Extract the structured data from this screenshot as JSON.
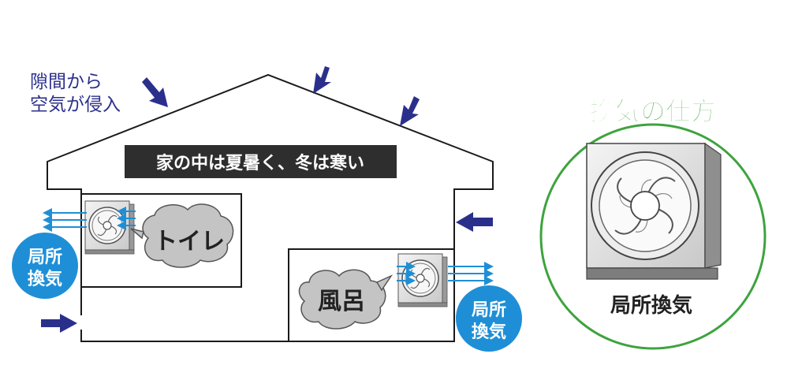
{
  "labels": {
    "gap_line1": "隙間から",
    "gap_line2": "空気が侵入",
    "banner": "家の中は夏暑く、冬は寒い",
    "toilet": "トイレ",
    "bath": "風呂",
    "local_vent_left_1": "局所",
    "local_vent_left_2": "換気",
    "local_vent_right_1": "局所",
    "local_vent_right_2": "換気",
    "method_title": "換気の仕方",
    "method_caption": "局所換気"
  },
  "colors": {
    "arrow": "#2b2f8c",
    "bubble": "#1e8fd6",
    "banner_bg": "#2e2e2e",
    "cloud": "#c4c4c4",
    "circle": "#3ea33e",
    "title_green": "#2f9a2f",
    "flow_arrow": "#1e8fd6"
  },
  "icons": {
    "fan": "ventilation-fan-icon",
    "inflow": "air-inflow-arrow-icon",
    "outflow": "air-outflow-arrows-icon"
  }
}
